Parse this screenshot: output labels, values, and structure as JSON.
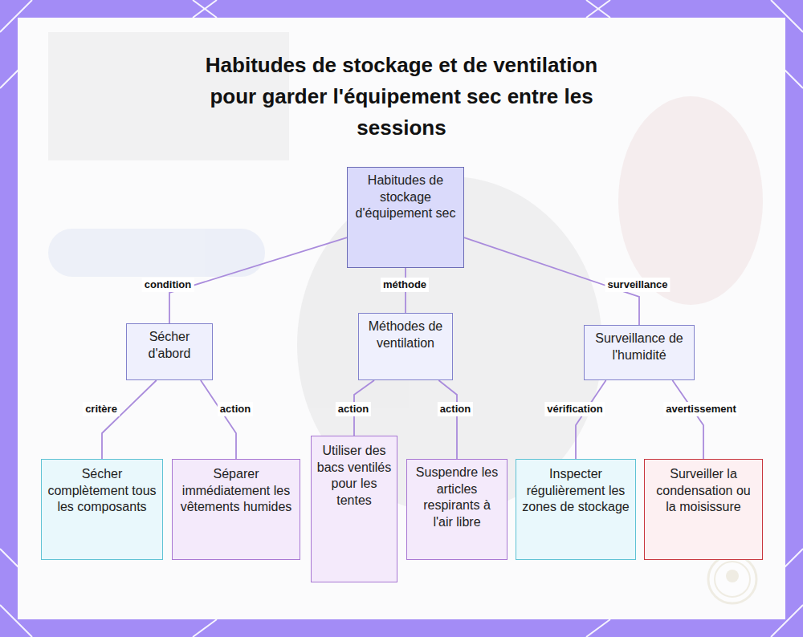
{
  "diagram": {
    "title": "Habitudes de stockage et de ventilation pour garder l'équipement sec entre les sessions",
    "nodes": [
      {
        "text": [
          "Habitudes de stockage d'équipement sec"
        ]
      },
      {
        "text": [
          "Sécher d'abord"
        ]
      },
      {
        "text": [
          "Méthodes de ventilation"
        ]
      },
      {
        "text": [
          "Surveillance de l'humidité"
        ]
      },
      {
        "text": [
          "Sécher complètement tous les composants"
        ]
      },
      {
        "text": [
          "Séparer immédiatement les vêtements humides"
        ]
      },
      {
        "text": [
          "Utiliser des bacs ventilés pour les tentes"
        ]
      },
      {
        "text": [
          "Suspendre les articles respirants à l'air libre"
        ]
      },
      {
        "text": [
          "Inspecter régulièrement les zones de stockage"
        ]
      },
      {
        "text": [
          "Surveiller la condensation ou la moisissure"
        ]
      }
    ],
    "edges": [
      {
        "from": 0,
        "to": 1,
        "label": "condition",
        "arrow": "none"
      },
      {
        "from": 0,
        "to": 2,
        "label": "méthode",
        "arrow": "none"
      },
      {
        "from": 0,
        "to": 3,
        "label": "surveillance",
        "arrow": "none"
      },
      {
        "from": 1,
        "to": 4,
        "label": "critère",
        "arrow": "none"
      },
      {
        "from": 1,
        "to": 5,
        "label": "action",
        "arrow": "none"
      },
      {
        "from": 2,
        "to": 6,
        "label": "action",
        "arrow": "none"
      },
      {
        "from": 2,
        "to": 7,
        "label": "action",
        "arrow": "none"
      },
      {
        "from": 3,
        "to": 8,
        "label": "vérification",
        "arrow": "none"
      },
      {
        "from": 3,
        "to": 9,
        "label": "avertissement",
        "arrow": "none"
      }
    ]
  }
}
